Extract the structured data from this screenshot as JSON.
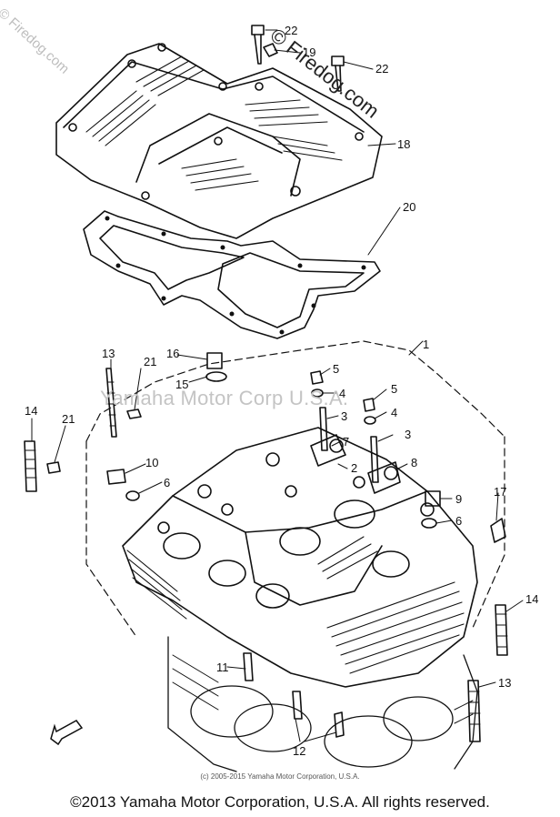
{
  "watermarks": {
    "top": "© Firedog.com",
    "left": "© Firedog.com",
    "center": "Yamaha Motor Corp U.S.A."
  },
  "image_copyright": "(c) 2005-2015 Yamaha Motor Corporation, U.S.A.",
  "footer": "©2013 Yamaha Motor Corporation, U.S.A. All rights reserved.",
  "front_marker": "FWD",
  "callouts": [
    "22",
    "19",
    "22",
    "18",
    "20",
    "1",
    "13",
    "16",
    "21",
    "15",
    "5",
    "4",
    "5",
    "3",
    "4",
    "14",
    "21",
    "7",
    "3",
    "2",
    "8",
    "10",
    "6",
    "17",
    "9",
    "6",
    "14",
    "11",
    "13",
    "12"
  ],
  "colors": {
    "ink": "#111111",
    "watermark": "#bdbdbd",
    "background": "#ffffff"
  }
}
